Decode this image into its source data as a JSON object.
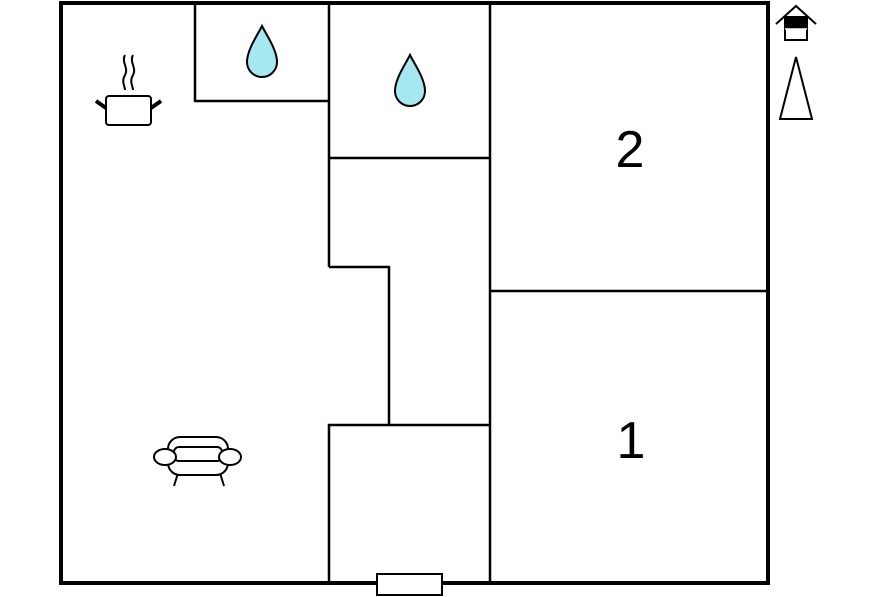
{
  "floorplan": {
    "rooms": [
      {
        "id": "living-kitchen",
        "label": "",
        "icons": [
          "cooking-pot-icon",
          "armchair-icon"
        ]
      },
      {
        "id": "bathroom-small",
        "label": "",
        "icons": [
          "water-drop-icon"
        ]
      },
      {
        "id": "bathroom",
        "label": "",
        "icons": [
          "water-drop-icon"
        ]
      },
      {
        "id": "hallway",
        "label": ""
      },
      {
        "id": "entrance",
        "label": ""
      },
      {
        "id": "bedroom-2",
        "label": "2"
      },
      {
        "id": "bedroom-1",
        "label": "1"
      }
    ],
    "legend": {
      "icons": [
        "house-icon",
        "north-arrow-icon"
      ]
    },
    "colors": {
      "wall": "#000000",
      "background": "#ffffff",
      "water": "#a6e8f0"
    }
  }
}
